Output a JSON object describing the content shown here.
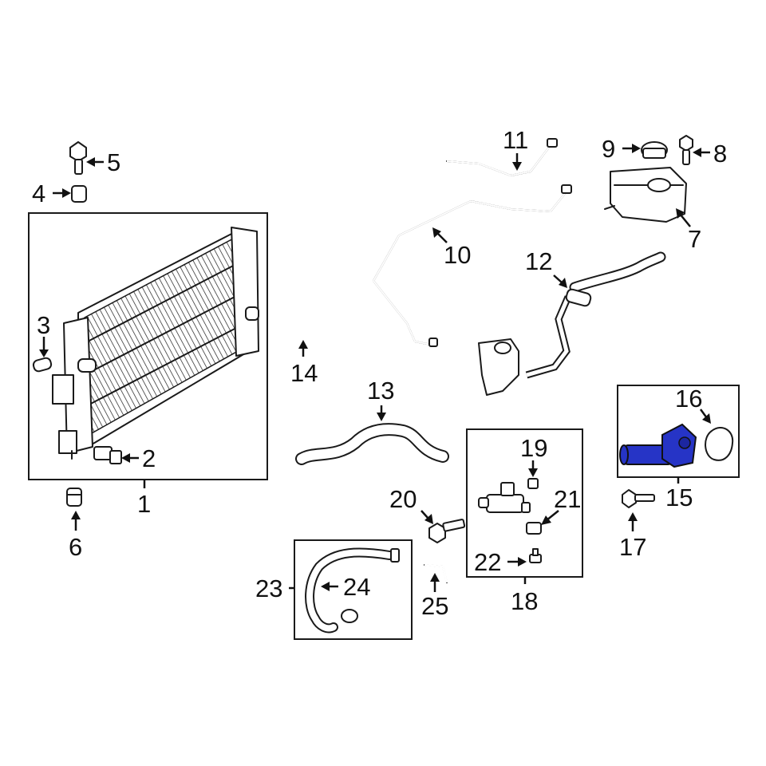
{
  "diagram": {
    "callouts": [
      "1",
      "2",
      "3",
      "4",
      "5",
      "6",
      "7",
      "8",
      "9",
      "10",
      "11",
      "12",
      "13",
      "14",
      "15",
      "16",
      "17",
      "18",
      "19",
      "20",
      "21",
      "22",
      "23",
      "24",
      "25"
    ]
  },
  "colors": {
    "line": "#1a1a1a",
    "highlight": "#2634c6",
    "background": "#ffffff"
  }
}
